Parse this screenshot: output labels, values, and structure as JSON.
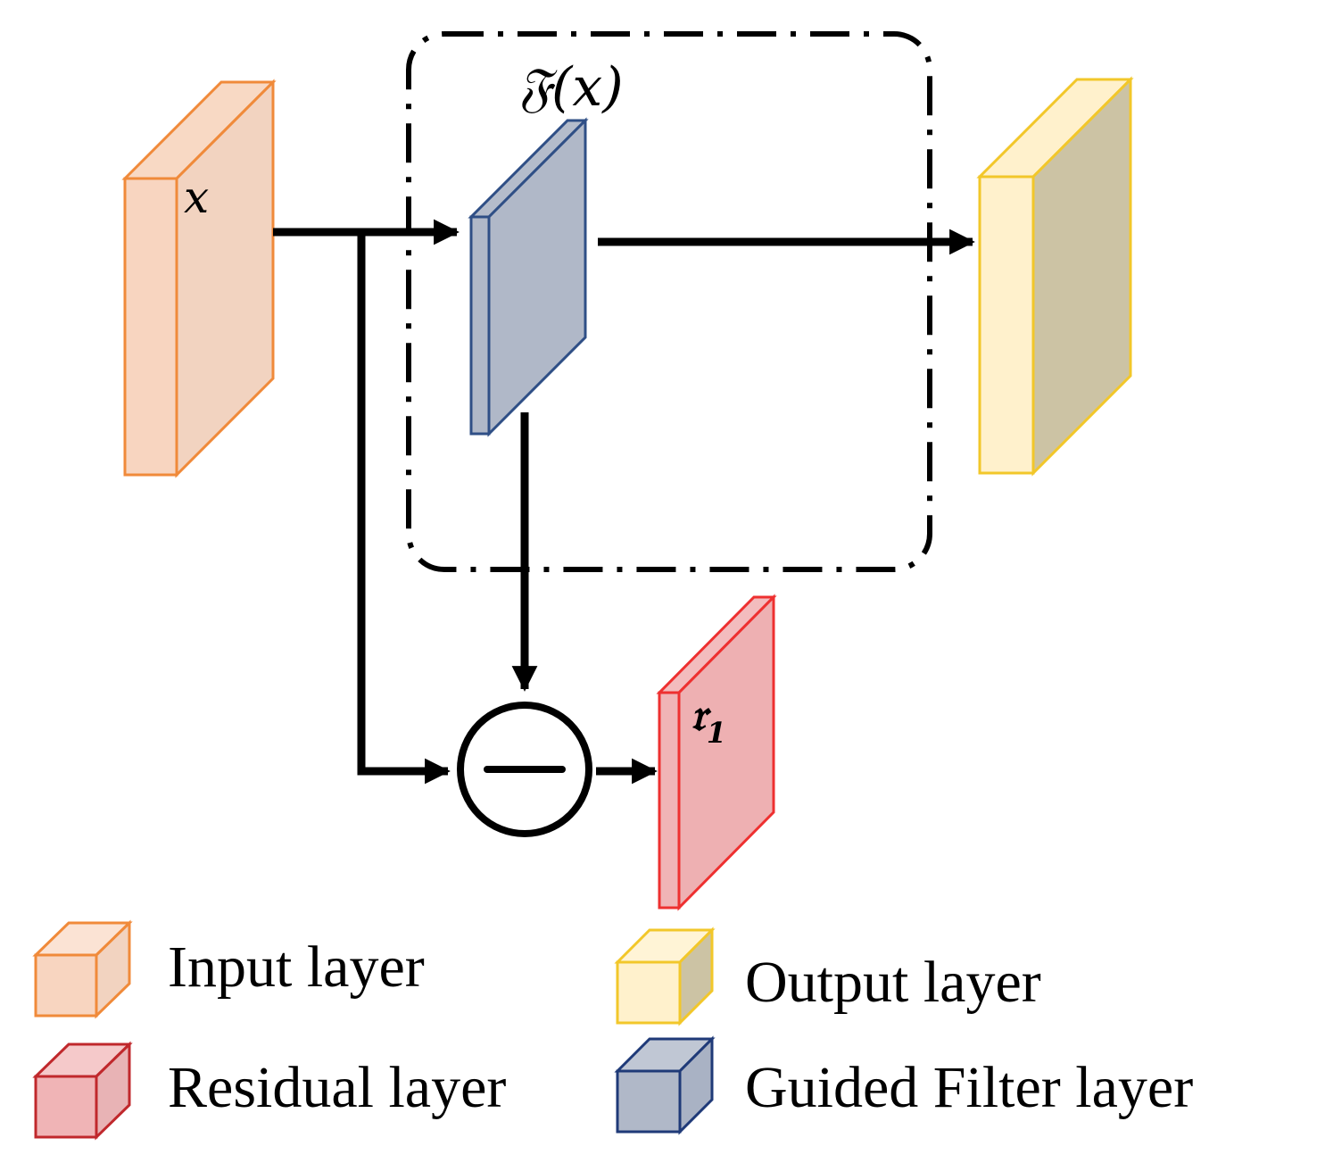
{
  "diagram": {
    "nodes": {
      "input": {
        "label": "x"
      },
      "guided_filter": {
        "label": "𝔉(x)"
      },
      "residual": {
        "label": "𝔯",
        "subscript": "1"
      },
      "output": {
        "label": ""
      },
      "subtract": {
        "symbol": "minus"
      }
    },
    "colors": {
      "input_fill": "#f8d5c0",
      "input_side": "#f2d3c0",
      "input_stroke": "#f08a3a",
      "guided_fill": "#b0b8c8",
      "guided_side": "#a9b2c4",
      "guided_stroke": "#2f4f86",
      "residual_fill": "#f0b4b6",
      "residual_side": "#eeb0b2",
      "residual_stroke": "#ee3030",
      "output_fill": "#fff1cc",
      "output_side": "#ccc3a4",
      "output_stroke": "#f2c72a",
      "arrow": "#000000"
    }
  },
  "legend": {
    "items": [
      {
        "key": "input",
        "label": "Input layer"
      },
      {
        "key": "output",
        "label": "Output layer"
      },
      {
        "key": "residual",
        "label": "Residual layer"
      },
      {
        "key": "guided",
        "label": "Guided Filter layer"
      }
    ]
  }
}
